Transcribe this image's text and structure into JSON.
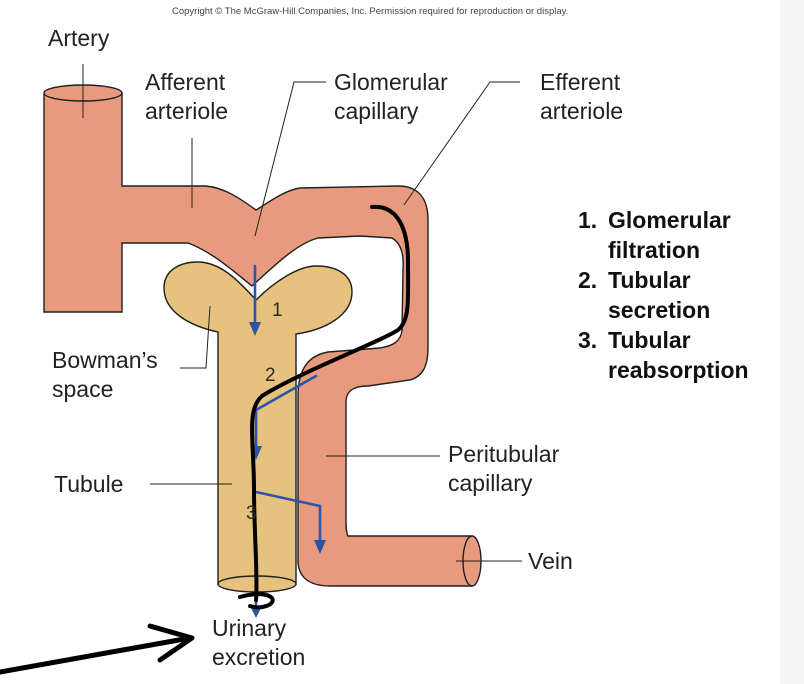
{
  "copyright": "Copyright © The McGraw-Hill Companies, Inc. Permission required for reproduction or display.",
  "labels": {
    "artery": "Artery",
    "afferent_arteriole": "Afferent\narteriole",
    "glomerular_capillary": "Glomerular\ncapillary",
    "efferent_arteriole": "Efferent\narteriole",
    "bowmans_space": "Bowman’s\nspace",
    "tubule": "Tubule",
    "peritubular_capillary": "Peritubular\ncapillary",
    "vein": "Vein",
    "urinary_excretion": "Urinary\nexcretion"
  },
  "process_numbers": [
    "1",
    "2",
    "3"
  ],
  "steps": [
    {
      "number": "1.",
      "text": "Glomerular\nfiltration"
    },
    {
      "number": "2.",
      "text": "Tubular\nsecretion"
    },
    {
      "number": "3.",
      "text": "Tubular\nreabsorption"
    }
  ],
  "colors": {
    "vessel_fill": "#e89a7f",
    "vessel_stroke": "#1f1f1f",
    "tubule_fill": "#e7c27f",
    "arrow_blue": "#2b55a6",
    "annotation_black": "#000000"
  }
}
